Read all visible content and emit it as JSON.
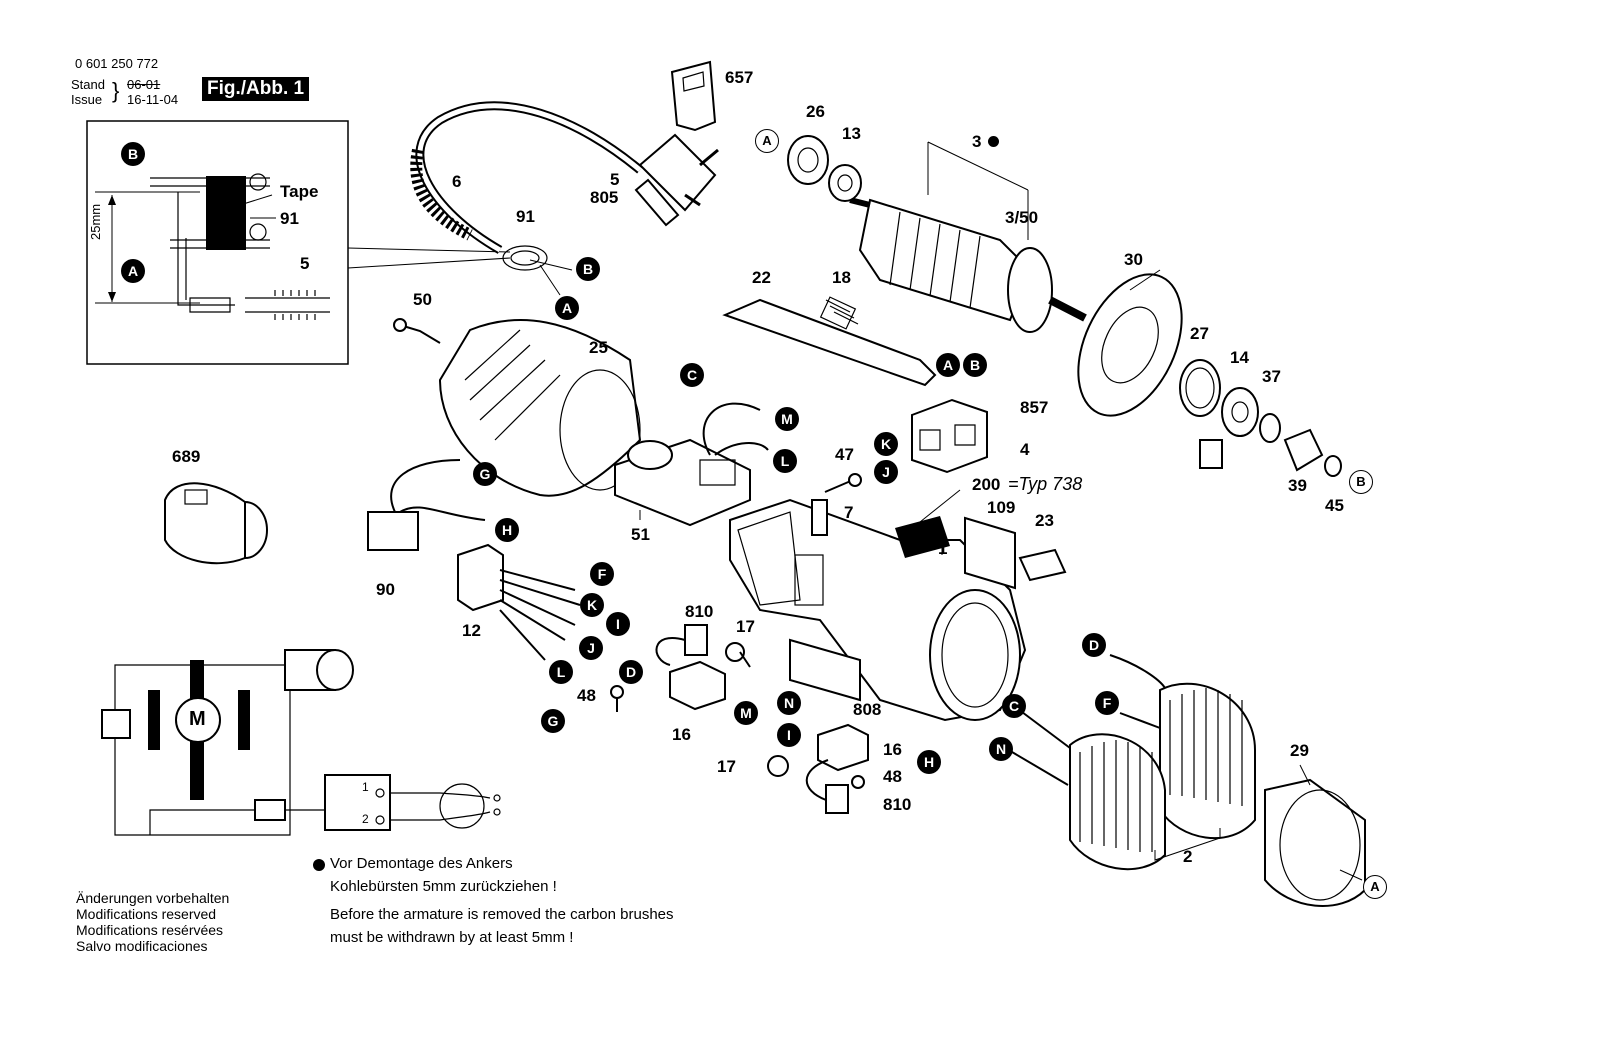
{
  "header": {
    "part_number": "0 601 250 772",
    "stand_label": "Stand",
    "issue_label": "Issue",
    "stand_date": "06-01",
    "issue_date": "16-11-04",
    "figure_label": "Fig./Abb. 1"
  },
  "inset": {
    "tape_label": "Tape",
    "dimension": "25mm"
  },
  "dimension_note": {
    "value": "200",
    "type_text": "=Typ 738"
  },
  "part_labels": [
    {
      "id": "lbl-657",
      "text": "657"
    },
    {
      "id": "lbl-26",
      "text": "26"
    },
    {
      "id": "lbl-13",
      "text": "13"
    },
    {
      "id": "lbl-3",
      "text": "3"
    },
    {
      "id": "lbl-3-50",
      "text": "3/50"
    },
    {
      "id": "lbl-5-top",
      "text": "5"
    },
    {
      "id": "lbl-805",
      "text": "805"
    },
    {
      "id": "lbl-6",
      "text": "6"
    },
    {
      "id": "lbl-91-a",
      "text": "91"
    },
    {
      "id": "lbl-91-b",
      "text": "91"
    },
    {
      "id": "lbl-5-inset",
      "text": "5"
    },
    {
      "id": "lbl-30",
      "text": "30"
    },
    {
      "id": "lbl-22",
      "text": "22"
    },
    {
      "id": "lbl-18",
      "text": "18"
    },
    {
      "id": "lbl-27",
      "text": "27"
    },
    {
      "id": "lbl-14",
      "text": "14"
    },
    {
      "id": "lbl-37",
      "text": "37"
    },
    {
      "id": "lbl-50",
      "text": "50"
    },
    {
      "id": "lbl-25",
      "text": "25"
    },
    {
      "id": "lbl-857",
      "text": "857"
    },
    {
      "id": "lbl-4",
      "text": "4"
    },
    {
      "id": "lbl-39",
      "text": "39"
    },
    {
      "id": "lbl-45",
      "text": "45"
    },
    {
      "id": "lbl-689",
      "text": "689"
    },
    {
      "id": "lbl-47",
      "text": "47"
    },
    {
      "id": "lbl-109",
      "text": "109"
    },
    {
      "id": "lbl-23",
      "text": "23"
    },
    {
      "id": "lbl-7",
      "text": "7"
    },
    {
      "id": "lbl-1",
      "text": "1"
    },
    {
      "id": "lbl-51",
      "text": "51"
    },
    {
      "id": "lbl-90",
      "text": "90"
    },
    {
      "id": "lbl-12",
      "text": "12"
    },
    {
      "id": "lbl-810-a",
      "text": "810"
    },
    {
      "id": "lbl-17-a",
      "text": "17"
    },
    {
      "id": "lbl-48-a",
      "text": "48"
    },
    {
      "id": "lbl-16-a",
      "text": "16"
    },
    {
      "id": "lbl-808",
      "text": "808"
    },
    {
      "id": "lbl-16-b",
      "text": "16"
    },
    {
      "id": "lbl-17-b",
      "text": "17"
    },
    {
      "id": "lbl-48-b",
      "text": "48"
    },
    {
      "id": "lbl-810-b",
      "text": "810"
    },
    {
      "id": "lbl-29",
      "text": "29"
    },
    {
      "id": "lbl-2",
      "text": "2"
    }
  ],
  "connectors": [
    {
      "id": "c-B-inset",
      "letter": "B"
    },
    {
      "id": "c-A-inset",
      "letter": "A"
    },
    {
      "id": "c-B-cord",
      "letter": "B"
    },
    {
      "id": "c-A-cord",
      "letter": "A"
    },
    {
      "id": "c-A-top",
      "letter": "A"
    },
    {
      "id": "c-C-top",
      "letter": "C"
    },
    {
      "id": "c-M-top",
      "letter": "M"
    },
    {
      "id": "c-L-top",
      "letter": "L"
    },
    {
      "id": "c-G-mid",
      "letter": "G"
    },
    {
      "id": "c-H-mid",
      "letter": "H"
    },
    {
      "id": "c-A-switch",
      "letter": "A"
    },
    {
      "id": "c-B-switch",
      "letter": "B"
    },
    {
      "id": "c-K-switch",
      "letter": "K"
    },
    {
      "id": "c-J-switch",
      "letter": "J"
    },
    {
      "id": "c-B-right",
      "letter": "B"
    },
    {
      "id": "c-F-12",
      "letter": "F"
    },
    {
      "id": "c-K-12",
      "letter": "K"
    },
    {
      "id": "c-I-12",
      "letter": "I"
    },
    {
      "id": "c-J-12",
      "letter": "J"
    },
    {
      "id": "c-L-12",
      "letter": "L"
    },
    {
      "id": "c-D-brush",
      "letter": "D"
    },
    {
      "id": "c-G-brush",
      "letter": "G"
    },
    {
      "id": "c-M-brush",
      "letter": "M"
    },
    {
      "id": "c-N-brush",
      "letter": "N"
    },
    {
      "id": "c-I-brush",
      "letter": "I"
    },
    {
      "id": "c-H-brush",
      "letter": "H"
    },
    {
      "id": "c-D-field",
      "letter": "D"
    },
    {
      "id": "c-F-field",
      "letter": "F"
    },
    {
      "id": "c-C-field",
      "letter": "C"
    },
    {
      "id": "c-N-field",
      "letter": "N"
    },
    {
      "id": "c-A-guard",
      "letter": "A"
    }
  ],
  "schematic": {
    "motor_letter": "M",
    "switch_pos_1": "1",
    "switch_pos_2": "2"
  },
  "notes": {
    "de_line1": "Vor Demontage des Ankers",
    "de_line2": "Kohlebürsten 5mm zurückziehen !",
    "en_line1": "Before the armature is removed the carbon brushes",
    "en_line2": "must be withdrawn by at least 5mm !"
  },
  "modifications": [
    "Änderungen vorbehalten",
    "Modifications reserved",
    "Modifications resérvées",
    "Salvo modificaciones"
  ]
}
